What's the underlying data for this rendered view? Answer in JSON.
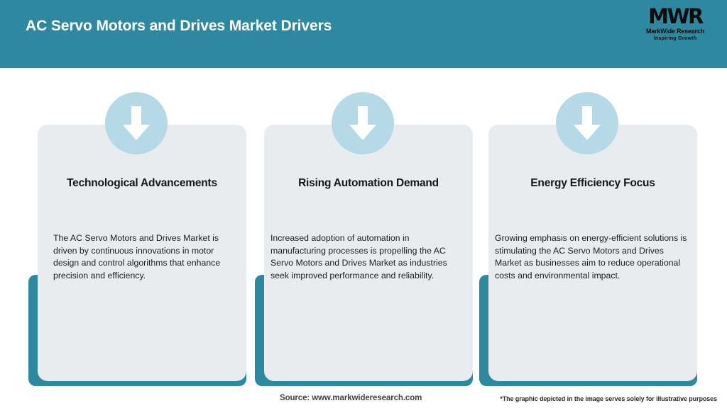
{
  "header": {
    "title": "AC Servo Motors and Drives Market Drivers",
    "bg_color": "#2e88a0",
    "title_color": "#ffffff",
    "logo": {
      "mark": "MWR",
      "name": "MarkWide Research",
      "tagline": "Inspiring Growth"
    }
  },
  "cards": [
    {
      "icon": "down-arrow-icon",
      "heading": "Technological Advancements",
      "body": "The AC Servo Motors and Drives Market is driven by continuous innovations in motor design and control algorithms that enhance precision and efficiency."
    },
    {
      "icon": "down-arrow-icon",
      "heading": "Rising Automation Demand",
      "body": "Increased adoption of automation in manufacturing processes is propelling the AC Servo Motors and Drives Market as industries seek improved performance and reliability."
    },
    {
      "icon": "down-arrow-icon",
      "heading": "Energy Efficiency Focus",
      "body": "Growing emphasis on energy-efficient solutions is stimulating the AC Servo Motors and Drives Market as businesses aim to reduce operational costs and environmental impact."
    }
  ],
  "footer": {
    "source": "Source: www.markwideresearch.com",
    "disclaimer": "*The graphic depicted in the image serves solely for illustrative purposes"
  },
  "theme": {
    "teal": "#2e88a0",
    "card_bg": "#e8ecee",
    "icon_circle": "#b6d9e8",
    "arrow": "#ffffff",
    "page_bg": "#ffffff"
  }
}
